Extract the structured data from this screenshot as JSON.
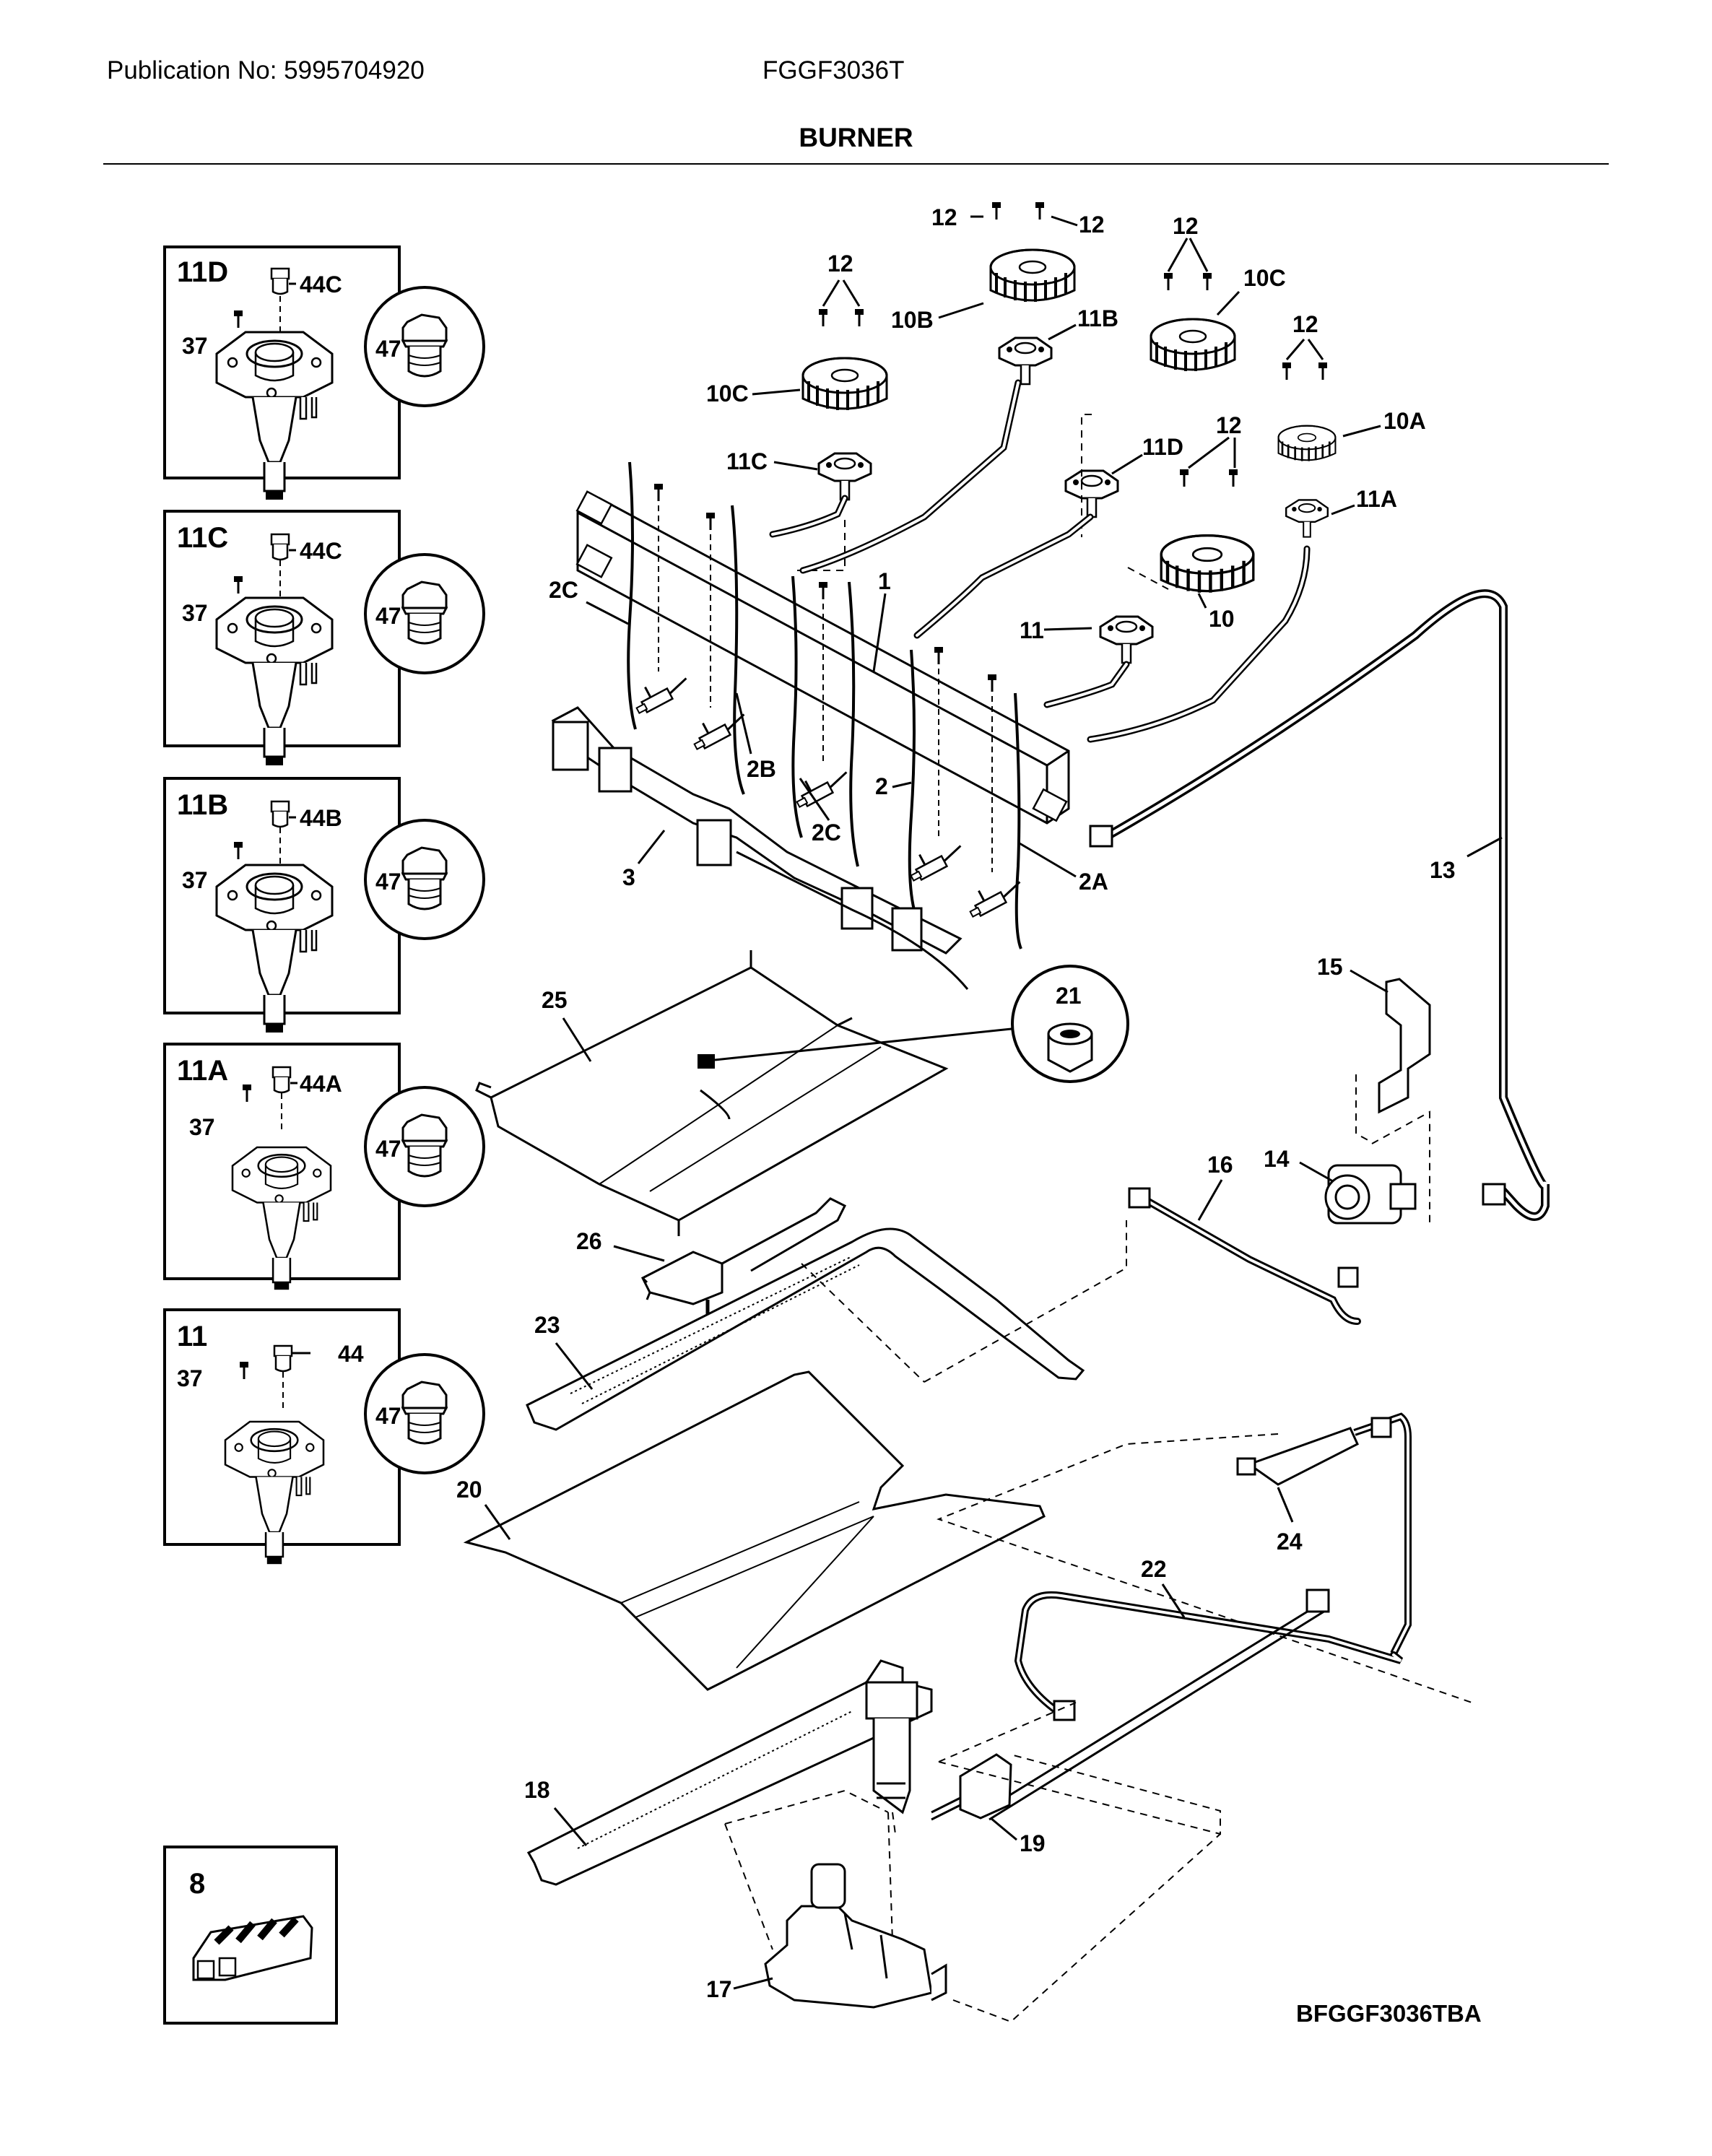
{
  "header": {
    "publication": "Publication No: 5995704920",
    "model": "FGGF3036T",
    "title": "BURNER"
  },
  "footer": {
    "diagram_code": "BFGGF3036TBA"
  },
  "insets": [
    {
      "id": "11D",
      "screw": "37",
      "orifice": "44C",
      "circle": "47"
    },
    {
      "id": "11C",
      "screw": "37",
      "orifice": "44C",
      "circle": "47"
    },
    {
      "id": "11B",
      "screw": "37",
      "orifice": "44B",
      "circle": "47"
    },
    {
      "id": "11A",
      "screw": "37",
      "orifice": "44A",
      "circle": "47"
    },
    {
      "id": "11",
      "screw": "37",
      "orifice": "44",
      "circle": "47"
    }
  ],
  "inset_8": {
    "label": "8"
  },
  "callouts": {
    "c12a": "12",
    "c12b": "12",
    "c12c": "12",
    "c12d": "12",
    "c12e": "12",
    "c12f": "12",
    "c10b": "10B",
    "c11b": "11B",
    "c10c_r": "10C",
    "c10c_l": "10C",
    "c11c": "11C",
    "c11d": "11D",
    "c10a": "10A",
    "c11a": "11A",
    "c10": "10",
    "c11": "11",
    "c1": "1",
    "c2": "2",
    "c2a": "2A",
    "c2b": "2B",
    "c2c_l": "2C",
    "c2c_m": "2C",
    "c3": "3",
    "c13": "13",
    "c14": "14",
    "c15": "15",
    "c16": "16",
    "c17": "17",
    "c18": "18",
    "c19": "19",
    "c20": "20",
    "c21": "21",
    "c22": "22",
    "c23": "23",
    "c24": "24",
    "c25": "25",
    "c26": "26"
  }
}
